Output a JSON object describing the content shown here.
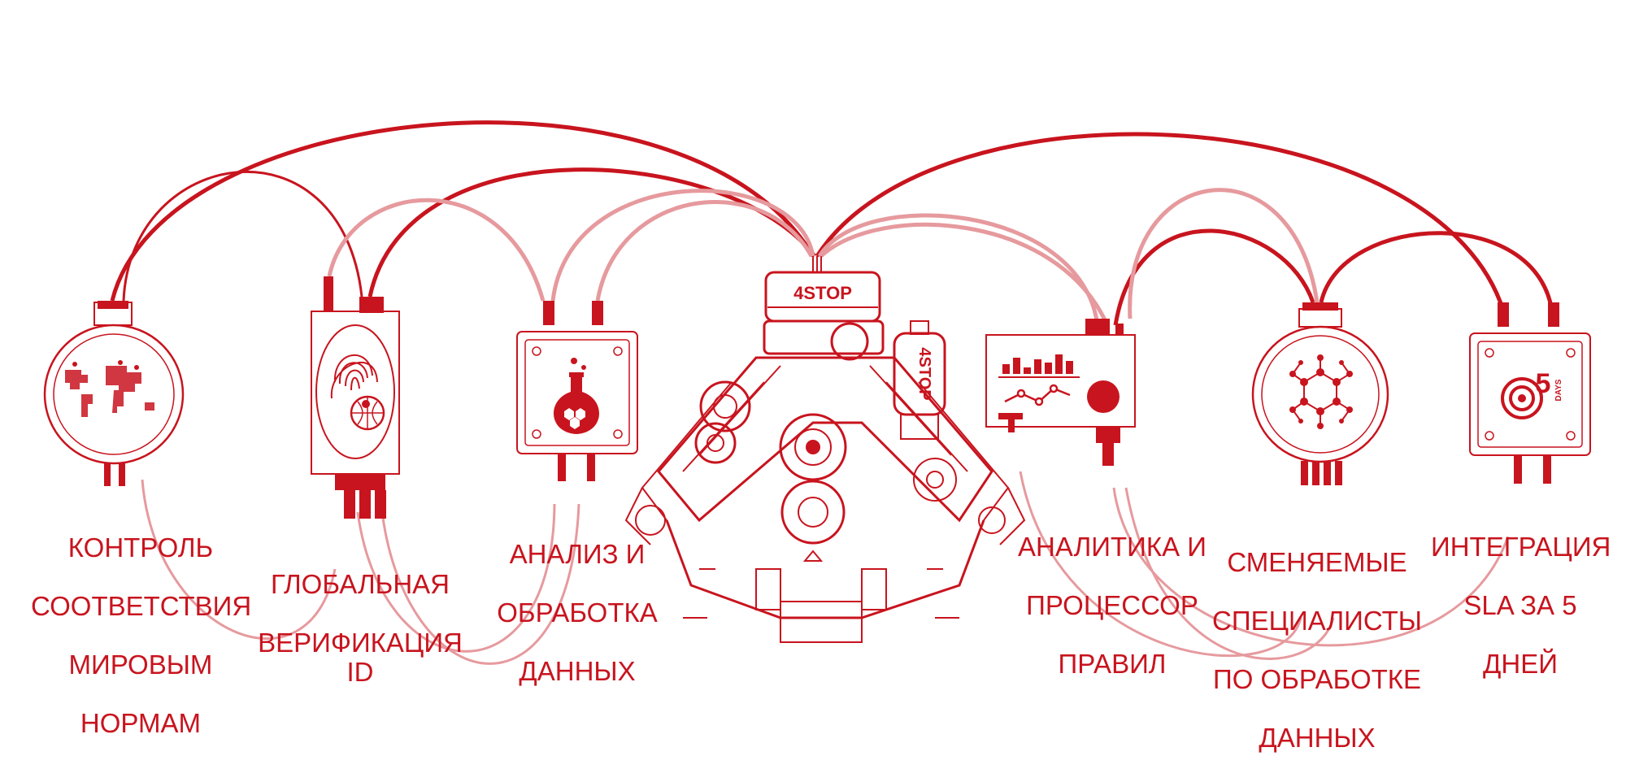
{
  "colors": {
    "primary": "#c8141e",
    "light": "#e69a9e",
    "background": "#ffffff"
  },
  "engine": {
    "logo_top": "4STOP",
    "logo_filter": "4STOP"
  },
  "modules": [
    {
      "id": "compliance",
      "icon": "world-map-icon",
      "label": [
        "КОНТРОЛЬ",
        "СООТВЕТСТВИЯ",
        "МИРОВЫМ",
        "НОРМАМ"
      ]
    },
    {
      "id": "verification",
      "icon": "fingerprint-globe-icon",
      "label": [
        "ГЛОБАЛЬНАЯ",
        "ВЕРИФИКАЦИЯ ID"
      ]
    },
    {
      "id": "analysis",
      "icon": "flask-icon",
      "label": [
        "АНАЛИЗ И",
        "ОБРАБОТКА",
        "ДАННЫХ"
      ]
    },
    {
      "id": "analytics",
      "icon": "chart-dashboard-icon",
      "label": [
        "АНАЛИТИКА И",
        "ПРОЦЕССОР",
        "ПРАВИЛ"
      ]
    },
    {
      "id": "specialists",
      "icon": "network-molecule-icon",
      "label": [
        "СМЕНЯЕМЫЕ",
        "СПЕЦИАЛИСТЫ",
        "ПО ОБРАБОТКЕ",
        "ДАННЫХ"
      ]
    },
    {
      "id": "integration",
      "icon": "target-5-days-icon",
      "badge_number": "5",
      "badge_text": "DAYS",
      "label": [
        "ИНТЕГРАЦИЯ",
        "SLA ЗА 5",
        "ДНЕЙ"
      ]
    }
  ]
}
